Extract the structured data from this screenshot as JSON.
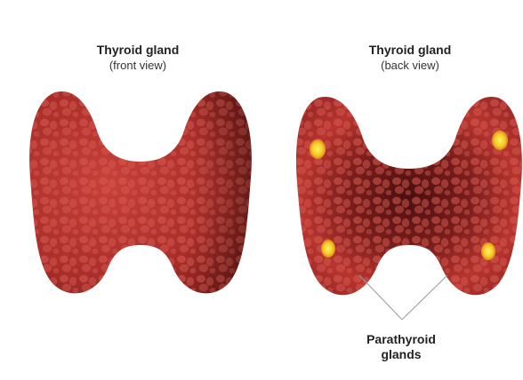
{
  "front": {
    "title": "Thyroid gland",
    "subtitle": "(front view)"
  },
  "back": {
    "title": "Thyroid gland",
    "subtitle": "(back view)"
  },
  "parathyroid": {
    "line1": "Parathyroid",
    "line2": "glands"
  },
  "colors": {
    "gland_base": "#b8342f",
    "gland_dark": "#5e1414",
    "cell": "#d2574d",
    "parathyroid": "#f2cf2a",
    "leader_line": "#9a9a9a"
  }
}
